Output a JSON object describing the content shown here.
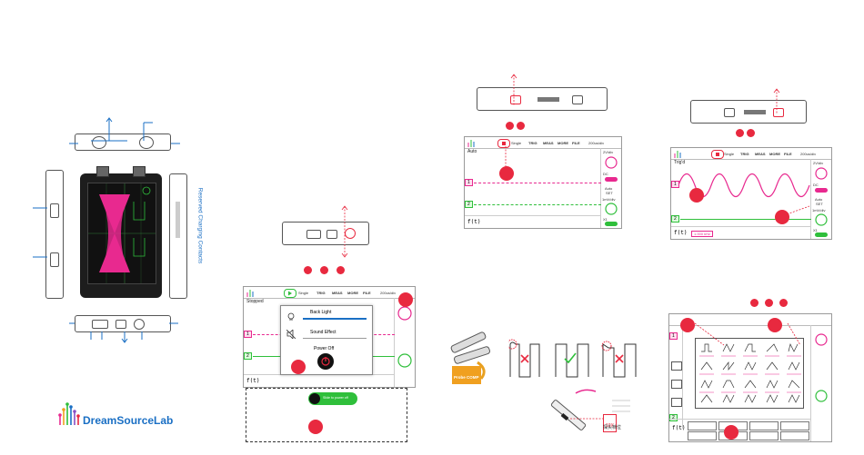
{
  "branding": {
    "logo_text": "DreamSourceLab",
    "colors": {
      "blue": "#1a6fc4",
      "pink": "#e8298f",
      "green": "#2fbf3b",
      "red": "#e8293f",
      "orange": "#f0a020"
    }
  },
  "left_panel": {
    "side_label": "Reserved Charging Contacts"
  },
  "power_panel": {
    "toolbar": {
      "single": "Single",
      "trig": "TRIG",
      "meas": "MEAS",
      "more": "MORE",
      "file": "FILE",
      "timebase": "200us/div"
    },
    "status": "Stopped",
    "menu": {
      "backlight": "Back Light",
      "sound": "Sound Effect",
      "poweroff": "Power Off"
    },
    "slide_hint": "Slide to power off",
    "ch1_tag": "1",
    "ch2_tag": "2",
    "func_label": "f(t)"
  },
  "auto_panel": {
    "toolbar": {
      "single": "Single",
      "trig": "TRIG",
      "meas": "MEAS",
      "more": "MORE",
      "file": "FILE",
      "timebase": "200us/div"
    },
    "status": "Auto",
    "right": {
      "v1": "2V/div",
      "v2": "1mV/div",
      "auto": "Auto",
      "set": "SET",
      "dc": "DC",
      "x1": "X1"
    },
    "ch1_tag": "1",
    "ch2_tag": "2",
    "func_label": "f(t)"
  },
  "trig_panel": {
    "toolbar": {
      "single": "Single",
      "trig": "TRIG",
      "meas": "MEAS",
      "more": "MORE",
      "file": "FILE",
      "timebase": "200us/div"
    },
    "status": "Trig'd",
    "right": {
      "v1": "2V/div",
      "v2": "1mV/div",
      "auto": "Auto",
      "set": "SET",
      "dc": "DC",
      "x1": "X1"
    },
    "freq_box": "1.000 kHz",
    "ch1_tag": "1",
    "ch2_tag": "2",
    "func_label": "f(t)"
  },
  "probe_panel": {
    "probe_label": "Probe COMP",
    "attenuation": "10X",
    "switch_caption": "探头档位"
  },
  "math_panel": {
    "ch1_tag": "1",
    "ch2_tag": "2",
    "func_label": "f(t)"
  }
}
